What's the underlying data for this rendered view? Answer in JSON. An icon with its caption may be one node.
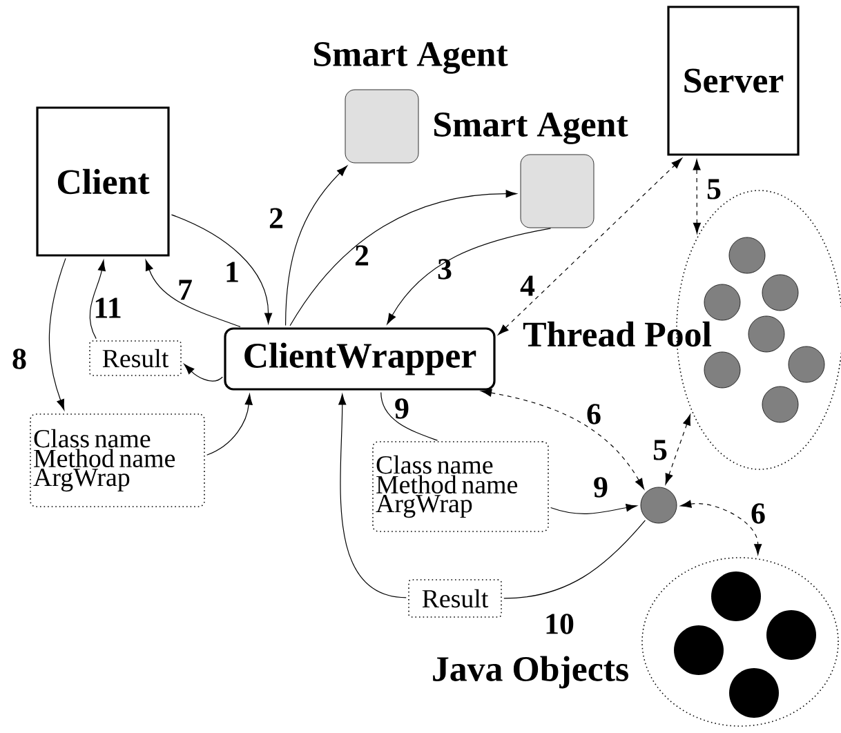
{
  "diagram": {
    "nodes": [
      {
        "text": [
          "Client"
        ]
      },
      {
        "text": [
          "Smart Agent"
        ]
      },
      {
        "text": [
          "Smart Agent"
        ]
      },
      {
        "text": [
          "Server"
        ]
      },
      {
        "text": [
          "ClientWrapper"
        ]
      },
      {
        "text": [
          "Thread Pool"
        ]
      },
      {
        "text": [
          "Java Objects"
        ]
      },
      {
        "text": [],
        "shape": "circle"
      },
      {
        "text": [
          "Result"
        ]
      },
      {
        "text": [
          "Class name Method name ArgWrap"
        ]
      },
      {
        "text": [
          "Class name Method name ArgWrap"
        ]
      },
      {
        "text": [
          "Result"
        ]
      }
    ],
    "edges": [
      {
        "from": 0,
        "to": 4,
        "arrow": "to",
        "label": "1"
      },
      {
        "from": 4,
        "to": 1,
        "arrow": "to",
        "label": "2"
      },
      {
        "from": 4,
        "to": 2,
        "arrow": "to",
        "label": "2"
      },
      {
        "from": 2,
        "to": 4,
        "arrow": "to",
        "label": "3"
      },
      {
        "from": 4,
        "to": 3,
        "arrow": "both",
        "label": "4",
        "style": "dashed"
      },
      {
        "from": 3,
        "to": 5,
        "arrow": "both",
        "label": "5",
        "style": "dashed"
      },
      {
        "from": 4,
        "to": 0,
        "arrow": "to",
        "label": "7"
      },
      {
        "from": 0,
        "to": 9,
        "arrow": "to",
        "label": "8"
      },
      {
        "from": 9,
        "to": 4,
        "arrow": "to"
      },
      {
        "from": 4,
        "to": 8,
        "arrow": "to"
      },
      {
        "from": 8,
        "to": 0,
        "arrow": "to",
        "label": "11"
      },
      {
        "from": 4,
        "to": 10,
        "arrow": "none",
        "label": "9"
      },
      {
        "from": 10,
        "to": 7,
        "arrow": "to",
        "label": "9"
      },
      {
        "from": 4,
        "to": 7,
        "arrow": "both",
        "label": "6",
        "style": "dashed"
      },
      {
        "from": 5,
        "to": 7,
        "arrow": "both",
        "label": "5",
        "style": "dashed"
      },
      {
        "from": 7,
        "to": 6,
        "arrow": "both",
        "label": "6",
        "style": "dashed"
      },
      {
        "from": 7,
        "to": 11,
        "arrow": "none",
        "label": "10"
      },
      {
        "from": 11,
        "to": 4,
        "arrow": "to"
      }
    ]
  }
}
